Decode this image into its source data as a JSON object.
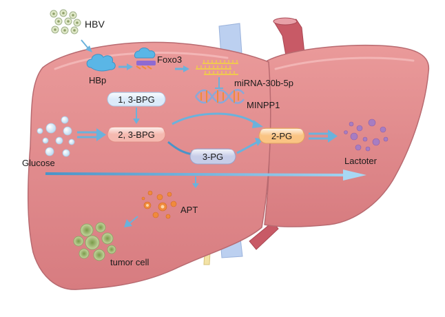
{
  "labels": {
    "hbv": "HBV",
    "hbp": "HBp",
    "foxo3": "Foxo3",
    "mirna": "miRNA-30b-5p",
    "minpp1": "MINPP1",
    "bpg13": "1, 3-BPG",
    "bpg23": "2, 3-BPG",
    "pg3": "3-PG",
    "pg2": "2-PG",
    "glucose": "Glucose",
    "lactoter": "Lactoter",
    "apt": "APT",
    "tumor_cell": "tumor cell"
  },
  "colors": {
    "liver": "#e08a8a",
    "liver_dark": "#b86a6e",
    "liver_edge": "#c97c80",
    "vessel_blue": "#b8c9ee",
    "vessel_red": "#c85a66",
    "arrow": "#6ab2dc",
    "arrow_dark": "#4a94c8",
    "bpg_box": "#dcebfa",
    "bpg23_box": "#f5b9b0",
    "pg3_box": "#c7cde8",
    "pg2_box": "#fac483",
    "lactate_dot": "#a77dc2",
    "apt_dot": "#f08a3c",
    "tumor": "#b8c888",
    "rna": "#f0c850",
    "dna_blue": "#8aa8d8"
  }
}
